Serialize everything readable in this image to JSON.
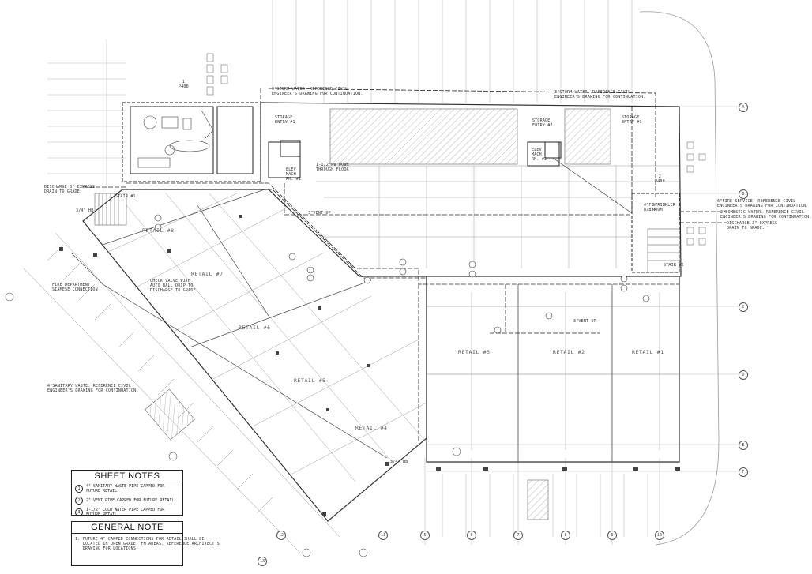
{
  "rooms": {
    "retail1": "RETAIL #1",
    "retail2": "RETAIL #2",
    "retail3": "RETAIL #3",
    "retail4": "RETAIL #4",
    "retail5": "RETAIL #5",
    "retail6": "RETAIL #6",
    "retail7": "RETAIL #7",
    "retail8": "RETAIL #8",
    "storage1": "STORAGE\nENTRY #1",
    "storage2": "STORAGE\nENTRY #2",
    "storage3": "STORAGE\nENTRY #3",
    "elev_mach1": "ELEV\nMACH\nRM. #1",
    "elev_mach2": "ELEV\nMACH\nRM. #2",
    "stair1": "STAIR #1",
    "stair2": "STAIR #2",
    "sprinkler": "SPRINKLER\nROOM"
  },
  "annotations": {
    "storm1": "3\"STORM WATER. REFERENCE CIVIL\nENGINEER'S DRAWING FOR CONTINUATION.",
    "storm2": "3\"STORM WATER. REFERENCE CIVIL\nENGINEER'S DRAWING FOR CONTINUATION.",
    "fire_service": "6\"FIRE SERVICE. REFERENCE CIVIL\nENGINEER'S DRAWING FOR CONTINUATION.",
    "domestic_water": "2\"DOMESTIC WATER. REFERENCE CIVIL\nENGINEER'S DRAWING FOR CONTINUATION.",
    "discharge_right": "DISCHARGE 3\" EXPRESS\nDRAIN TO GRADE.",
    "discharge_left": "DISCHARGE 3\" EXPRESS\nDRAIN TO GRADE.",
    "rw_down": "1-1/2\"RW DOWN\nTHROUGH FLOOR",
    "vent_up1": "3\"VENT UP",
    "vent_up2": "3\"VENT UP",
    "hb1": "3/4\" HB",
    "hb2": "3/4\" HB",
    "check_valve": "CHECK VALVE WITH\nAUTO BALL DRIP TO\nDISCHARGE TO GRADE.",
    "fire_dept": "FIRE DEPARTMENT\nSIAMESE CONNECTION",
    "sanitary": "4\"SANITARY WASTE. REFERENCE CIVIL\nENGINEER'S DRAWING FOR CONTINUATION.",
    "fd_bubble": "4\"FD\nW/BFP",
    "detail_ref1": "1\nP400",
    "detail_ref2": "2\nP400"
  },
  "sheet_notes": {
    "title": "SHEET NOTES",
    "items": [
      {
        "num": "1",
        "text": "4\" SANITARY WASTE PIPE CAPPED FOR FUTURE RETAIL."
      },
      {
        "num": "2",
        "text": "2\" VENT PIPE CAPPED FOR FUTURE RETAIL."
      },
      {
        "num": "3",
        "text": "1-1/2\" COLD WATER PIPE CAPPED FOR FUTURE RETAIL."
      }
    ]
  },
  "general_note": {
    "title": "GENERAL NOTE",
    "text": "1. FUTURE 4\" CAPPED CONNECTIONS FOR RETAIL SHALL BE\n   LOCATED IN OPEN GRADE, FM AREAS. REFERENCE ARCHITECT'S\n   DRAWING FOR LOCATIONS."
  },
  "grid_labels": {
    "right": [
      "A",
      "B",
      "C",
      "D",
      "E",
      "F"
    ],
    "bottom": [
      "5",
      "6",
      "7",
      "8",
      "9",
      "10",
      "11",
      "12",
      "13"
    ]
  }
}
